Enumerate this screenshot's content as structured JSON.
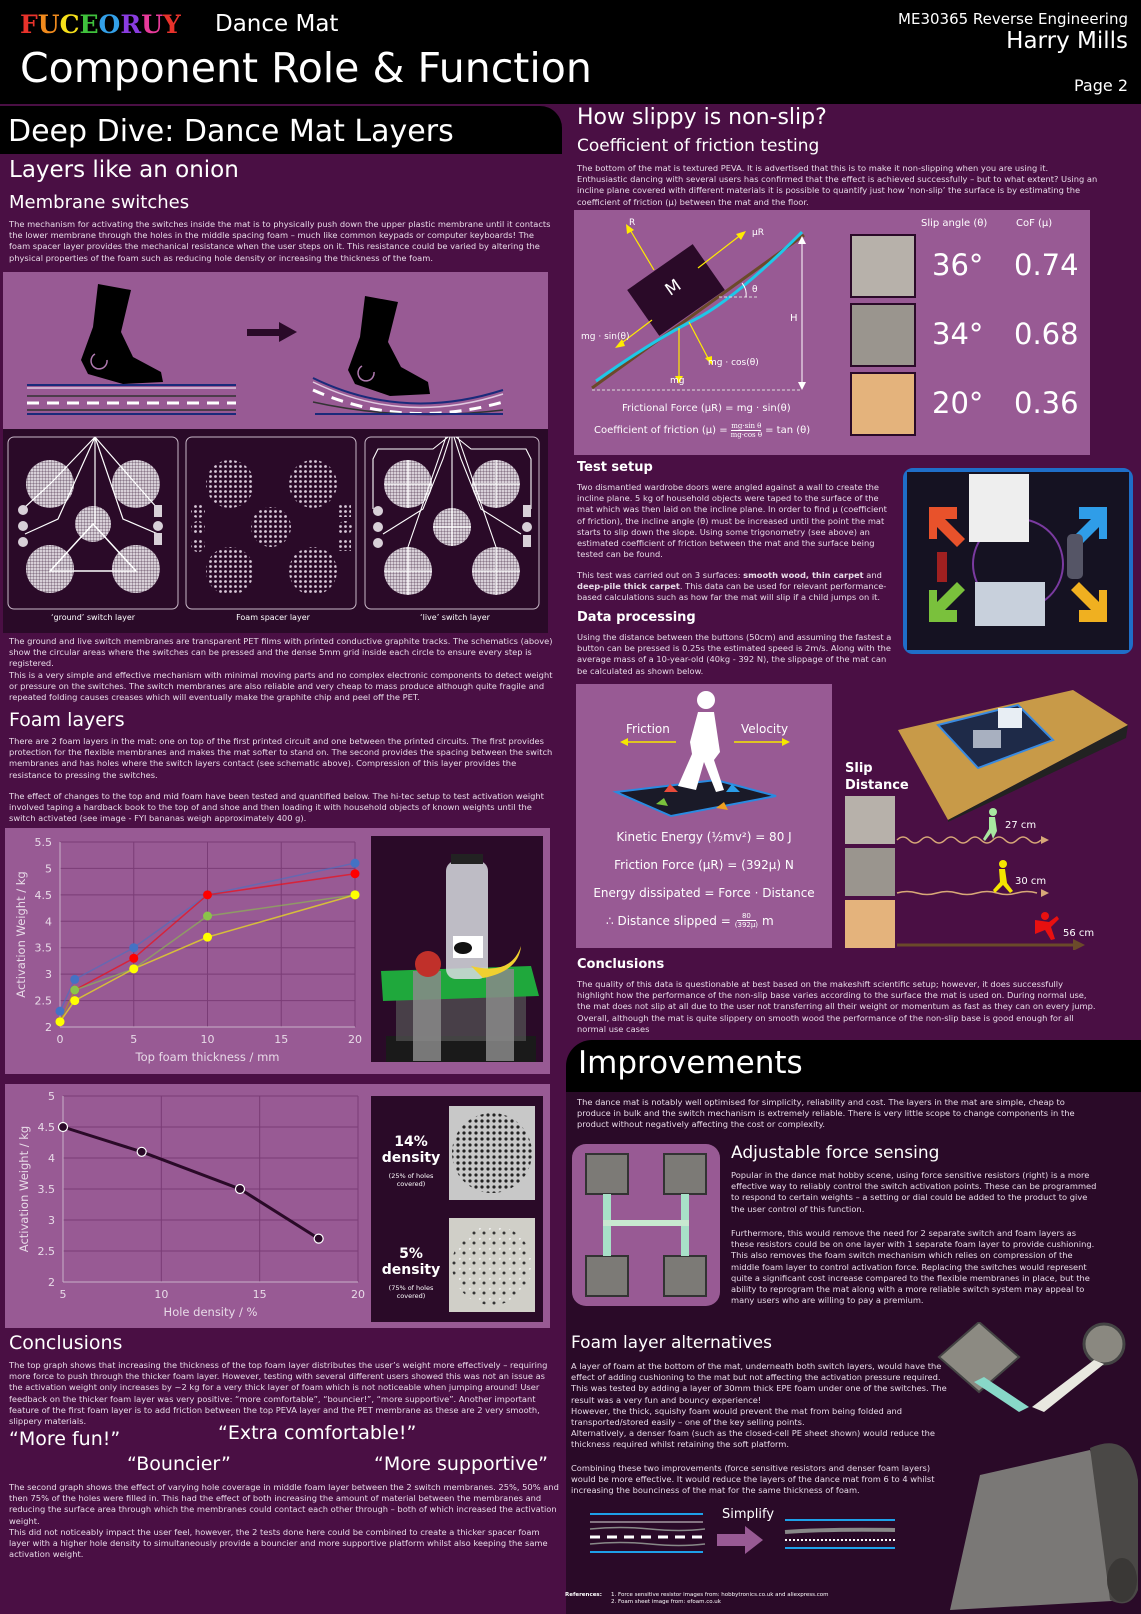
{
  "header": {
    "brand": "FUCEORUY",
    "brand_colors": [
      "#e8322b",
      "#f08a1d",
      "#f6e01a",
      "#3fc13c",
      "#33a0e8",
      "#8a3ce0",
      "#e83a9a",
      "#e8322b"
    ],
    "product": "Dance Mat",
    "title": "Component Role & Function",
    "course": "ME30365 Reverse Engineering",
    "author": "Harry Mills",
    "page": "Page 2"
  },
  "left": {
    "banner": "Deep Dive: Dance Mat Layers",
    "h_layers": "Layers like an onion",
    "h_membrane": "Membrane switches",
    "p_membrane": "The mechanism for activating the switches inside the mat is to physically push down the upper plastic membrane until it contacts the lower membrane through the holes in the middle spacing foam – much like common keypads or computer keyboards! The foam spacer layer provides the mechanical resistance when the user steps on it. This resistance could be varied by altering the physical properties of the foam such as reducing hole density or increasing the thickness of the foam.",
    "schematics": [
      {
        "label": "‘ground’ switch layer"
      },
      {
        "label": "Foam spacer layer"
      },
      {
        "label": "‘live’ switch layer"
      }
    ],
    "p_membranes_desc": "The ground and live switch membranes are transparent PET films with printed conductive graphite tracks. The schematics (above) show the circular areas where the switches can be pressed and the dense 5mm grid inside each circle to ensure every step is registered.",
    "p_membranes_desc2": "This is a very simple and effective mechanism with minimal moving parts and no complex electronic components to detect weight or pressure on the switches. The switch membranes are also reliable and very cheap to mass produce although quite fragile and repeated folding causes creases which will eventually make the graphite chip and peel off the PET.",
    "h_foam": "Foam layers",
    "p_foam1": "There are 2 foam layers in the mat: one on top of the first printed circuit and one between the printed circuits. The first provides protection for the flexible membranes and makes the mat softer to stand on. The second provides the spacing between the switch membranes and has holes where the switch layers contact (see schematic above). Compression of this layer provides the resistance to pressing the switches.",
    "p_foam2": "The effect of changes to the top and mid foam have been tested and quantified below. The hi-tec setup to test activation weight involved taping a hardback book to the top of and shoe and then loading it with household objects of known weights until the switch activated (see image - FYI bananas weigh approximately 400 g).",
    "density": [
      {
        "pct": "14%",
        "word": "density",
        "note": "(25% of holes covered)"
      },
      {
        "pct": "5%",
        "word": "density",
        "note": "(75% of holes covered)"
      }
    ],
    "h_conclusions": "Conclusions",
    "p_conc1": "The top graph shows that increasing the thickness of the top foam layer distributes the user’s weight more effectively – requiring more force to push through the thicker foam layer. However, testing with several different users showed this was not an issue as the activation weight only increases by ~2 kg for a very thick layer of foam which is not noticeable when jumping around! User feedback on the thicker foam layer was very positive: “more comfortable”, “bouncier!”, “more supportive”. Another important feature of the first foam layer is to add friction between the top PEVA layer and the PET membrane as these are 2 very smooth, slippery materials.",
    "quotes": [
      "“More fun!”",
      "“Extra comfortable!”",
      "“Bouncier”",
      "“More supportive”"
    ],
    "p_conc2": "The second graph shows the effect of varying hole coverage in middle foam layer between the 2 switch membranes. 25%, 50% and then 75% of the holes were filled in. This had the effect of both increasing the amount of material between the membranes and reducing the surface area through which the membranes could contact each other through – both of which increased the activation weight.",
    "p_conc3": "This did not noticeably impact the user feel, however, the 2 tests done here could be combined to create a thicker spacer foam layer with a higher hole density to simultaneously provide a bouncier and more supportive platform whilst also keeping the same activation weight."
  },
  "chart_data": [
    {
      "type": "line",
      "title": "",
      "xlabel": "Top foam thickness / mm",
      "ylabel": "Activation Weight / kg",
      "x": [
        0,
        1,
        5,
        10,
        20
      ],
      "xticks": [
        "0",
        "5",
        "10",
        "15",
        "20"
      ],
      "yticks": [
        "2",
        "2.5",
        "3",
        "3.5",
        "4",
        "4.5",
        "5",
        "5.5"
      ],
      "xlim": [
        0,
        20
      ],
      "ylim": [
        2,
        5.5
      ],
      "grid": true,
      "legend": "none",
      "series": [
        {
          "name": "blue",
          "color": "#4472c4",
          "values": [
            2.3,
            2.9,
            3.5,
            4.5,
            5.1
          ]
        },
        {
          "name": "red",
          "color": "#ff0000",
          "values": [
            2.1,
            2.7,
            3.3,
            4.5,
            4.9
          ]
        },
        {
          "name": "green",
          "color": "#8bc34a",
          "values": [
            2.1,
            2.7,
            3.1,
            4.1,
            4.5
          ]
        },
        {
          "name": "yellow",
          "color": "#ffff00",
          "values": [
            2.1,
            2.5,
            3.1,
            3.7,
            4.5
          ]
        }
      ]
    },
    {
      "type": "line",
      "title": "",
      "xlabel": "Hole density / %",
      "ylabel": "Activation Weight / kg",
      "x": [
        5,
        9,
        14,
        18
      ],
      "xticks": [
        "5",
        "10",
        "15",
        "20"
      ],
      "yticks": [
        "2",
        "2.5",
        "3",
        "3.5",
        "4",
        "4.5",
        "5"
      ],
      "xlim": [
        5,
        20
      ],
      "ylim": [
        2,
        5
      ],
      "grid": true,
      "legend": "none",
      "series": [
        {
          "name": "activation weight",
          "color": "#2a0a28",
          "values": [
            4.5,
            4.1,
            3.5,
            2.7
          ]
        }
      ]
    }
  ],
  "right": {
    "h_slip": "How slippy is non-slip?",
    "h_cof": "Coefficient of friction testing",
    "p_cof": "The bottom of the mat is textured PEVA. It is advertised that this is to make it non-slipping when you are using it. Enthusiastic dancing with several users has confirmed that the effect is achieved successfully – but to what extent? Using an incline plane covered with different materials it is possible to quantify just how ‘non-slip’ the surface is by estimating the coefficient of friction (μ) between the mat and the floor.",
    "diagram": {
      "R": "R",
      "muR": "μR",
      "M": "M",
      "theta": "θ",
      "H": "H",
      "mgsin": "mg · sin(θ)",
      "mgcos": "mg · cos(θ)",
      "mg": "mg",
      "eq1": "Frictional Force (μR) = mg · sin(θ)",
      "eq2a": "Coefficient of friction (μ) =",
      "eq2num": "mg·sin θ",
      "eq2den": "mg·cos θ",
      "eq2b": "= tan (θ)"
    },
    "table_headers": [
      "Slip angle (θ)",
      "CoF (μ)"
    ],
    "surfaces": [
      {
        "name": "deep-pile thick carpet",
        "angle": "36°",
        "cof": "0.74",
        "swatch": "#b7b1aa"
      },
      {
        "name": "thin carpet",
        "angle": "34°",
        "cof": "0.68",
        "swatch": "#9a958e"
      },
      {
        "name": "smooth wood",
        "angle": "20°",
        "cof": "0.36",
        "swatch": "#e4b37c"
      }
    ],
    "h_setup": "Test setup",
    "p_setup": "Two dismantled wardrobe doors were angled against a wall to create the incline plane. 5 kg of household objects were taped to the surface of the mat which was then laid on the incline plane. In order to find μ (coefficient of friction), the incline angle (θ) must be increased until the point the mat starts to slip down the slope. Using some trigonometry (see above) an estimated coefficient of friction between the mat and the surface being tested can be found.",
    "p_setup2_a": "This test was carried out on 3 surfaces: ",
    "p_setup2_b": "smooth wood, thin carpet",
    "p_setup2_c": " and ",
    "p_setup2_d": "deep-pile thick carpet",
    "p_setup2_e": ". This data can be used for relevant performance-based calculations such as how far the mat will slip if a child jumps on it.",
    "h_processing": "Data processing",
    "p_processing": "Using the distance between the buttons (50cm) and assuming the fastest a button can be pressed is 0.25s the estimated speed is 2m/s. Along with the average mass of a 10-year-old (40kg - 392 N), the slippage of the mat can be calculated as shown below.",
    "calc": {
      "friction": "Friction",
      "velocity": "Velocity",
      "ke": "Kinetic Energy (½mv²) =  80 J",
      "ff": "Friction Force (μR) = (392μ) N",
      "ed": "Energy dissipated = Force · Distance",
      "ds_a": "∴ Distance slipped =",
      "ds_num": "80",
      "ds_den": "(392μ)",
      "ds_b": "m"
    },
    "slip_title": [
      "Slip",
      "Distance"
    ],
    "slips": [
      {
        "dist": "27 cm",
        "color": "#a8e8a0"
      },
      {
        "dist": "30 cm",
        "color": "#f4e500"
      },
      {
        "dist": "56 cm",
        "color": "#e81010"
      }
    ],
    "h_conc": "Conclusions",
    "p_conc": "The quality of this data is questionable at best based on the makeshift scientific setup; however, it does successfully highlight how the performance of the non-slip base varies according to the surface the mat is used on. During normal use, the mat does not slip at all due to the user not transferring all their weight or momentum as fast as they can on every jump. Overall, although the mat is quite slippery on smooth wood the performance of the non-slip base is good enough for all normal use cases"
  },
  "improvements": {
    "banner": "Improvements",
    "p_intro": "The dance mat is notably well optimised for simplicity, reliability and cost. The layers in the mat are simple, cheap to produce in bulk and the switch mechanism is extremely reliable. There is very little scope to change components in the product without negatively affecting the cost or complexity.",
    "h_force": "Adjustable force sensing",
    "p_force1": "Popular in the dance mat hobby scene, using force sensitive resistors (right) is a more effective way to reliably control the switch activation points. These can be programmed to respond to certain weights – a setting or dial could be added to the product to give the user control of this function.",
    "p_force2": "Furthermore, this would remove the need for 2 separate switch and foam layers as these resistors could be on one layer with 1 separate foam layer to provide cushioning. This also removes the foam switch mechanism which relies on compression of the middle foam layer to control activation force. Replacing the switches would represent quite a significant cost increase compared to the flexible membranes in place, but the ability to reprogram the mat along with a more reliable switch system may appeal to many users who are willing to pay a premium.",
    "h_foamalt": "Foam layer alternatives",
    "p_foamalt": "A layer of foam at the bottom of the mat, underneath both switch layers, would have the effect of adding cushioning to the mat but not affecting the activation pressure required. This was tested by adding a layer of 30mm thick EPE foam under one of the switches. The result was a very fun and bouncy experience!",
    "p_foamalt2": "However, the thick, squishy foam would prevent the mat from being folded and transported/stored easily – one of the key selling points.",
    "p_foamalt3": "Alternatively, a denser foam (such as the closed-cell PE sheet shown) would reduce the thickness required whilst retaining the soft platform.",
    "p_combine": "Combining these two improvements (force sensitive resistors and denser foam layers) would be more effective. It would reduce the layers of the dance mat from 6 to 4 whilst increasing the bounciness of the mat for the same thickness of foam.",
    "simplify": "Simplify",
    "refs_label": "References:",
    "refs": [
      "1. Force sensitive resistor images from: hobbytronics.co.uk and aliexpress.com",
      "2. Foam sheet image from: efoam.co.uk"
    ]
  }
}
